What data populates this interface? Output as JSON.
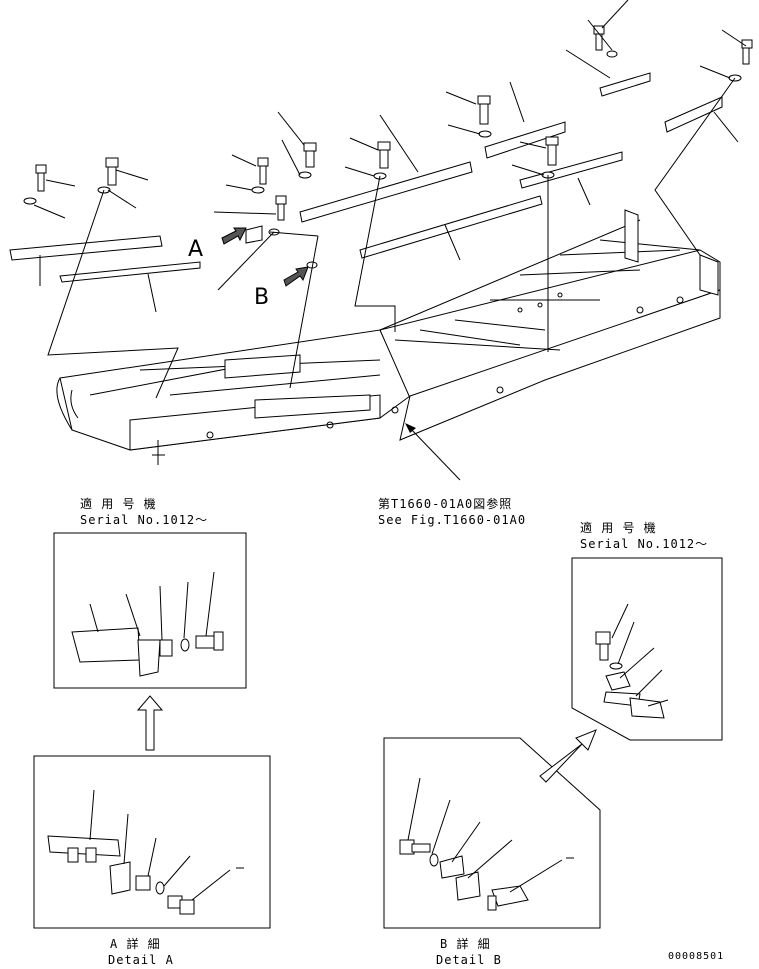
{
  "callouts": {
    "letter_a": "A",
    "letter_b": "B",
    "ref_jp": "第T1660-01A0図参照",
    "ref_en": "See Fig.T1660-01A0"
  },
  "box_serial_left": {
    "jp": "適 用 号 機",
    "en": "Serial No.1012～"
  },
  "box_serial_right": {
    "jp": "適 用 号 機",
    "en": "Serial No.1012～"
  },
  "detail_a": {
    "jp": "A 詳 細",
    "en": "Detail A"
  },
  "detail_b": {
    "jp": "B 詳 細",
    "en": "Detail B"
  },
  "drawing_number": "00008501"
}
